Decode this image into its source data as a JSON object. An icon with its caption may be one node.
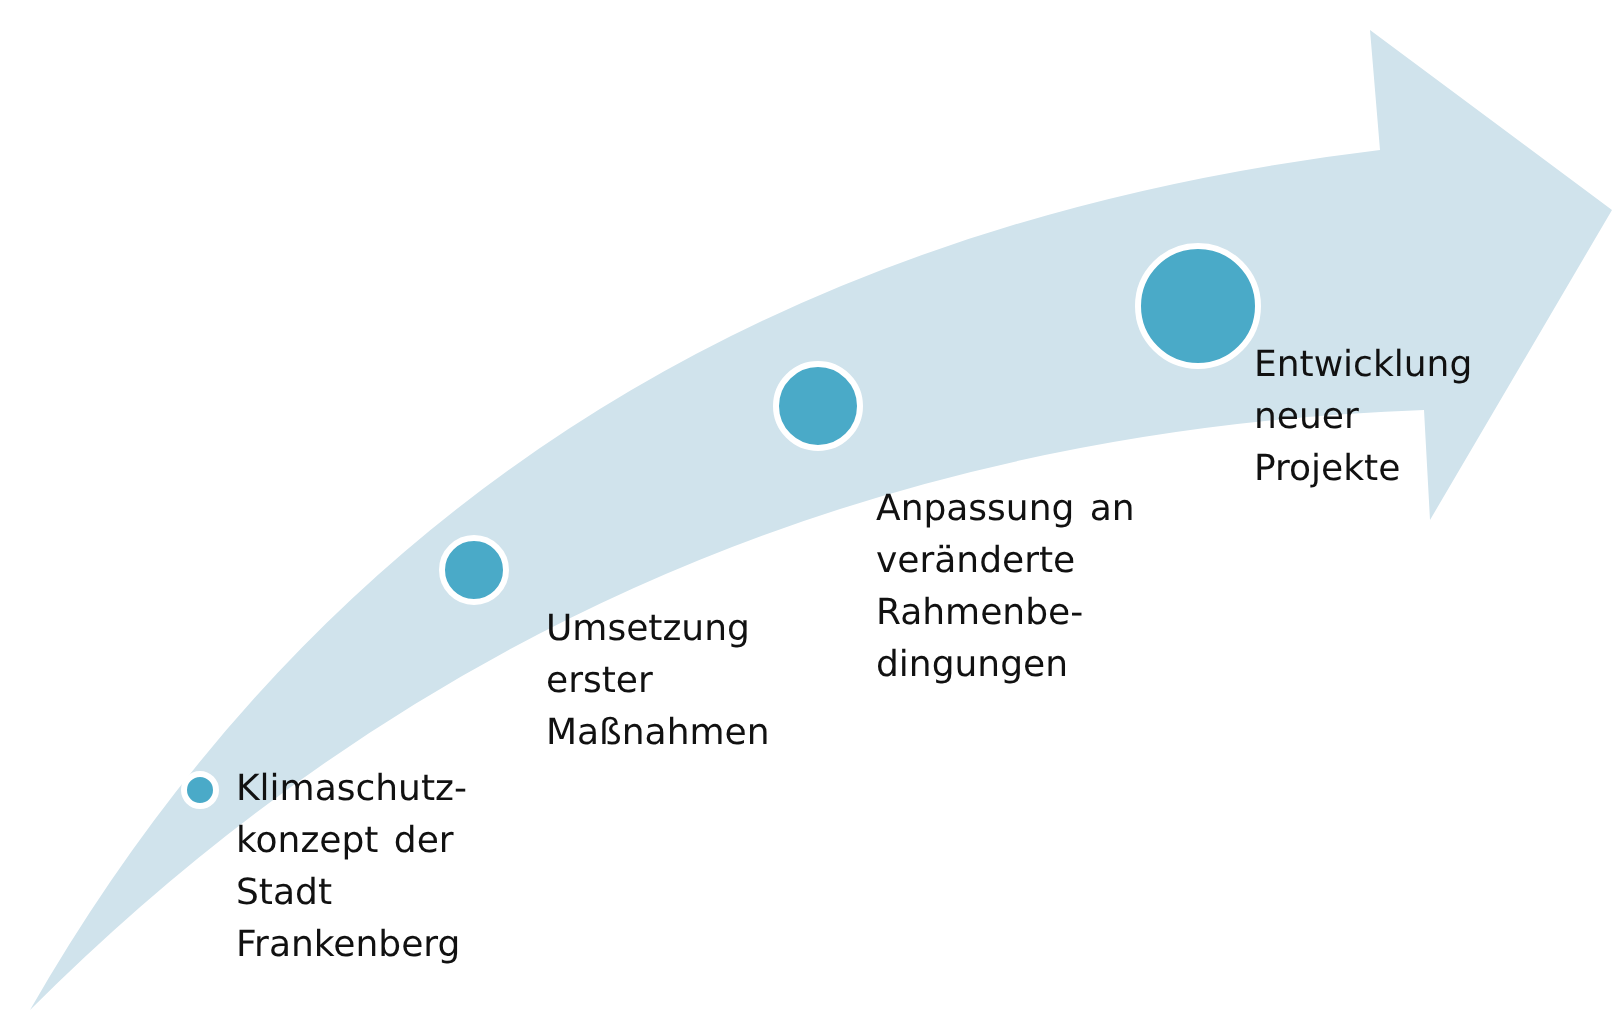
{
  "diagram": {
    "nodes": [
      {
        "text": [],
        "shape": "circle",
        "beside": [
          "Klimaschutz- konzept der Stadt Frankenberg"
        ]
      },
      {
        "text": [],
        "shape": "circle",
        "beside": [
          "Umsetzung erster Maßnahmen"
        ]
      },
      {
        "text": [],
        "shape": "circle",
        "beside": [
          "Anpassung an veränderte Rahmenbe- dingungen"
        ]
      },
      {
        "text": [],
        "shape": "circle",
        "beside": [
          "Entwicklung neuer Projekte"
        ]
      }
    ]
  }
}
